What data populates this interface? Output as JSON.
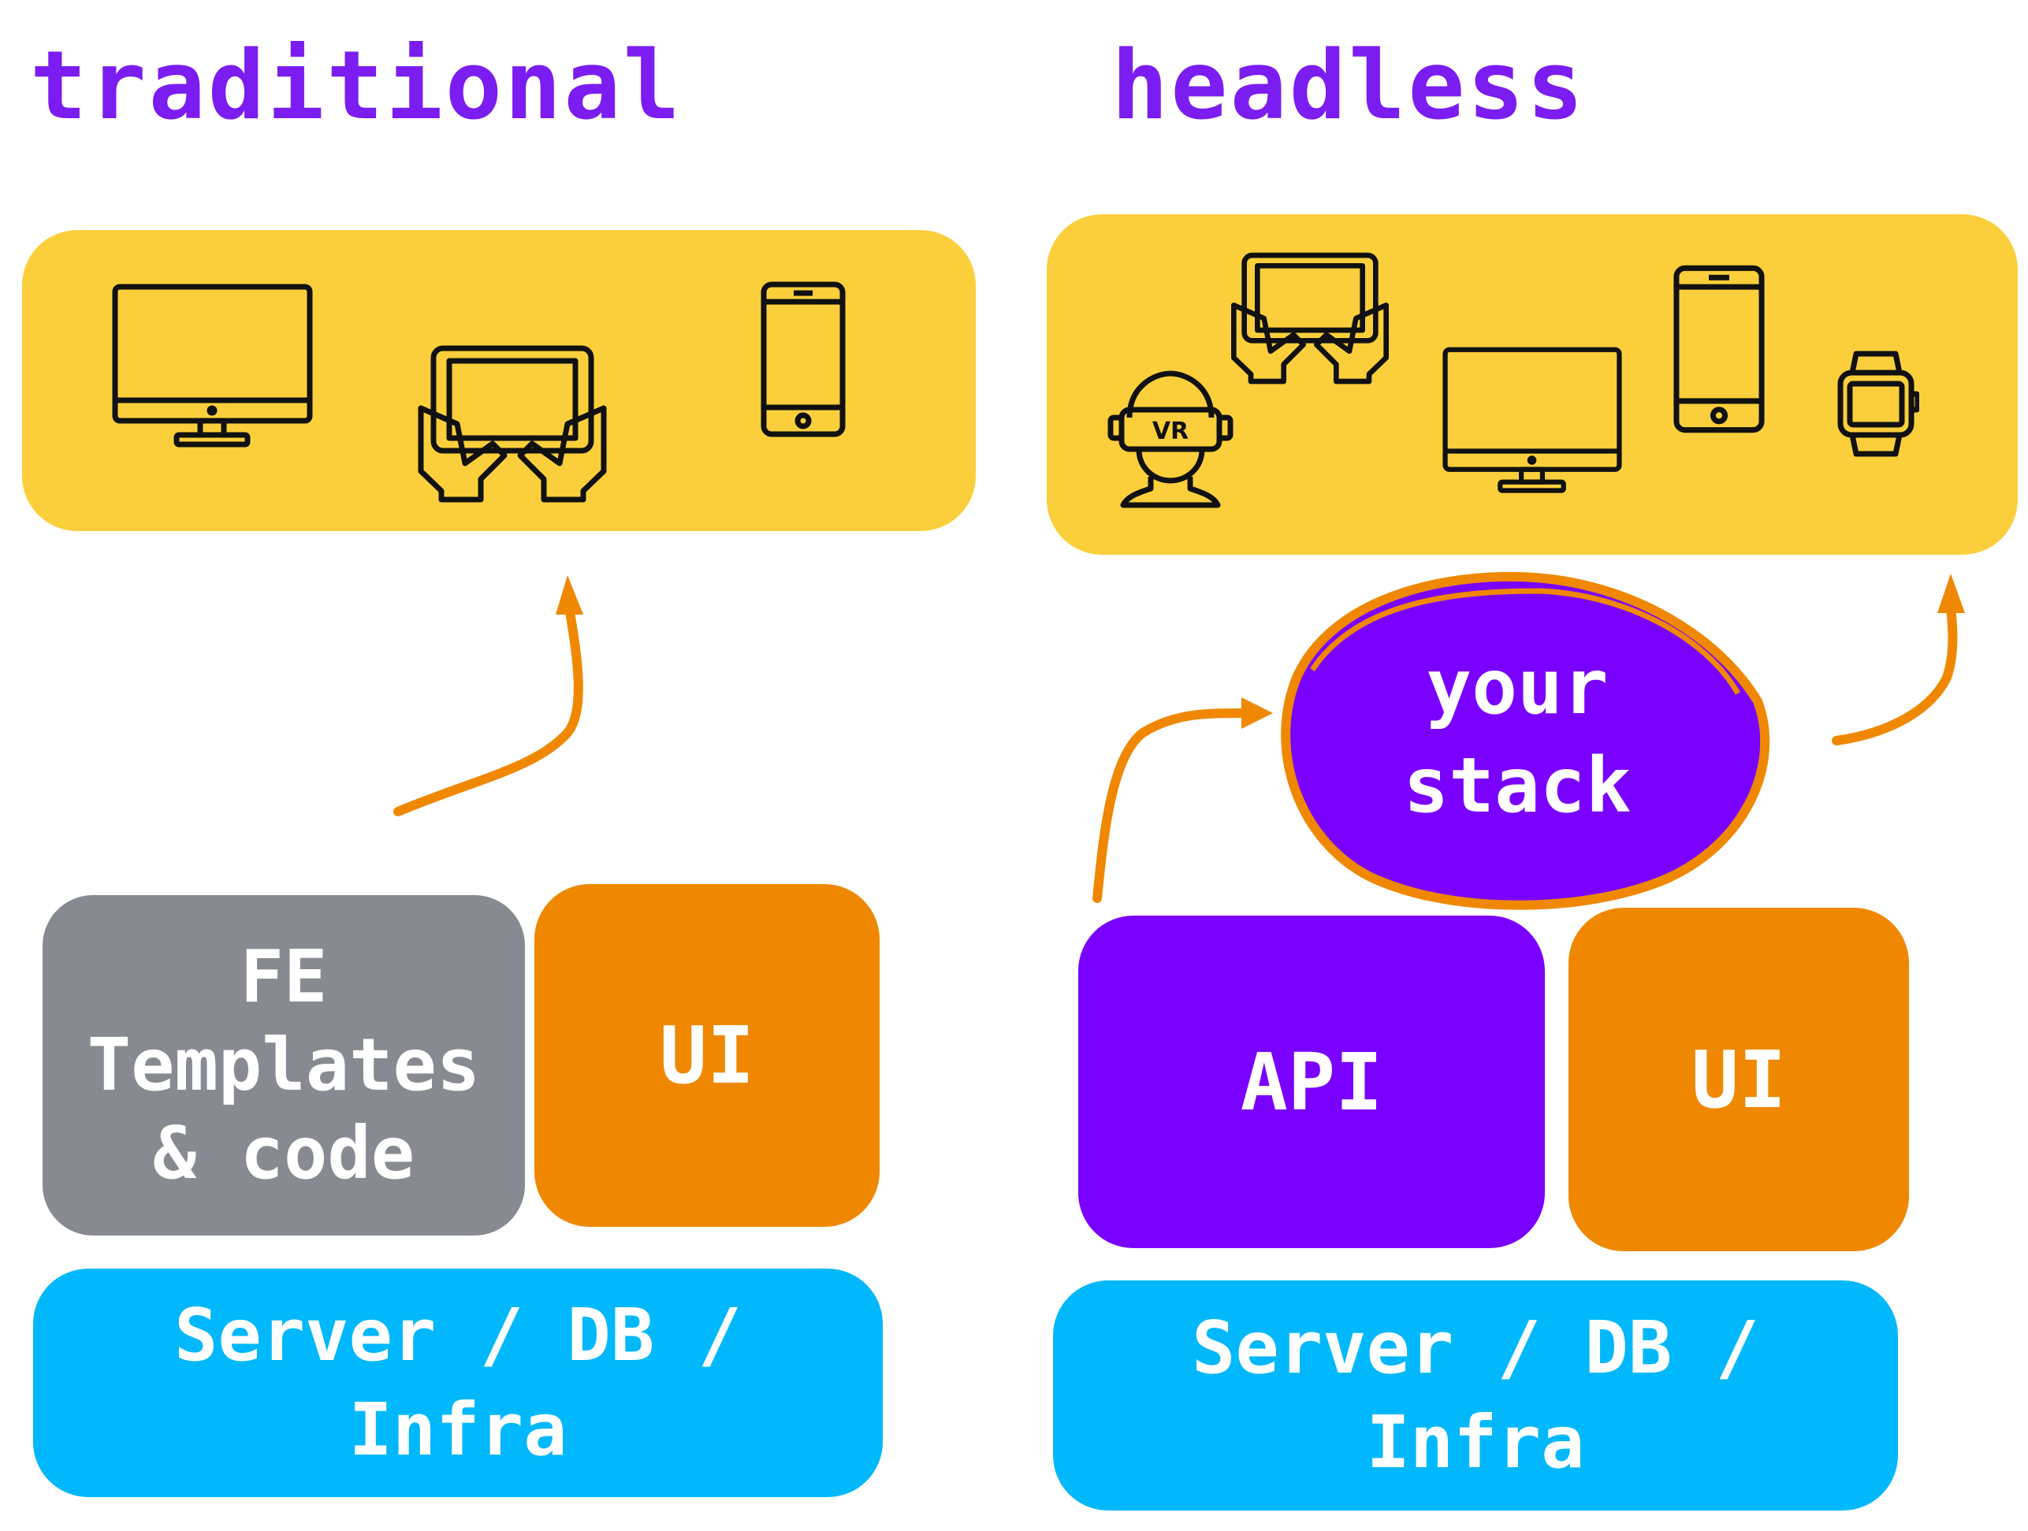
{
  "titles": {
    "left": "traditional",
    "right": "headless"
  },
  "traditional": {
    "devices": [
      "desktop-monitor",
      "tablet-in-hands",
      "smartphone"
    ],
    "fe_box": "FE\nTemplates\n& code",
    "ui_box": "UI",
    "server_box": "Server / DB /\nInfra"
  },
  "headless": {
    "devices": [
      "vr-headset",
      "tablet-in-hands",
      "desktop-monitor",
      "smartphone",
      "smartwatch"
    ],
    "vr_label": "VR",
    "stack_blob": "your\nstack",
    "api_box": "API",
    "ui_box": "UI",
    "server_box": "Server / DB /\nInfra"
  },
  "colors": {
    "title": "#7b1cf0",
    "device_tray": "#fbcf3b",
    "fe_templates": "#878b91",
    "ui": "#ef8800",
    "api_and_stack": "#7a00ff",
    "server": "#00b8fb",
    "arrows": "#ef8800"
  }
}
